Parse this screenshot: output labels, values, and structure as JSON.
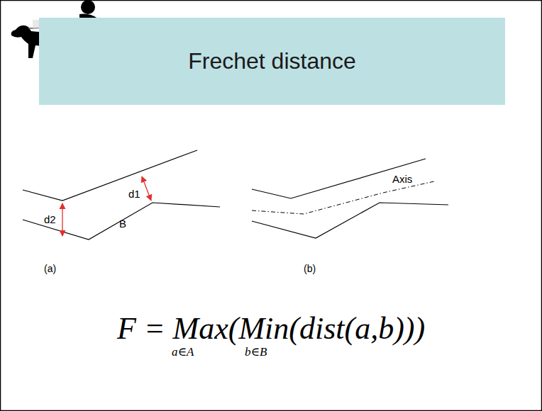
{
  "diagram": {
    "title": "Frechet distance",
    "labels": [
      "d2",
      "d1",
      "B",
      "Axis",
      "(a)",
      "(b)",
      "F = Max(Min(dist(a,b)))",
      "a∈A",
      "b∈B"
    ]
  }
}
